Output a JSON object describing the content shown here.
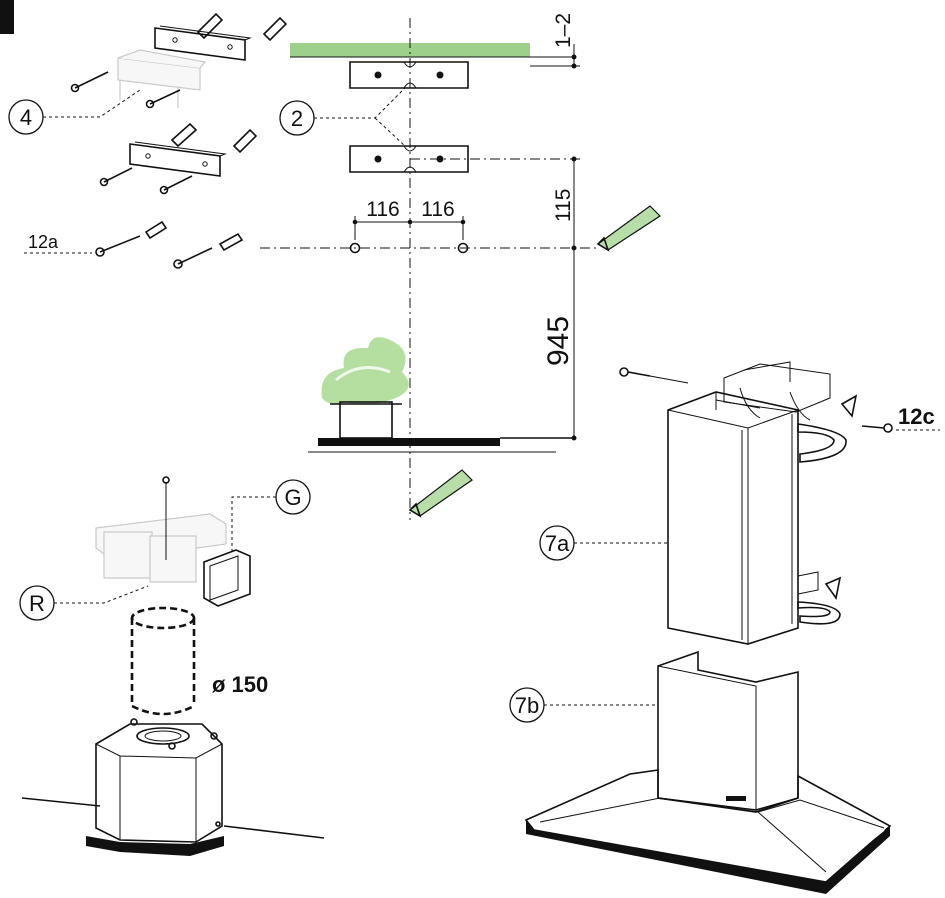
{
  "labels": {
    "part_4": "4",
    "part_2": "2",
    "part_12a": "12a",
    "part_12c": "12c",
    "part_7a": "7a",
    "part_7b": "7b",
    "part_g": "G",
    "part_r": "R"
  },
  "dimensions": {
    "gap": "1–2",
    "left_offset": "116",
    "right_offset": "116",
    "vertical_spacing": "115",
    "height_above_hob": "945",
    "duct_diameter": "ø 150"
  },
  "colors": {
    "ceiling_band": "#9dd08a",
    "pencil_tint": "#b7dea8",
    "steam": "#a8d890"
  },
  "icons": [
    "pencil-icon",
    "rotate-arrow-icon",
    "steam-cloud-icon"
  ]
}
